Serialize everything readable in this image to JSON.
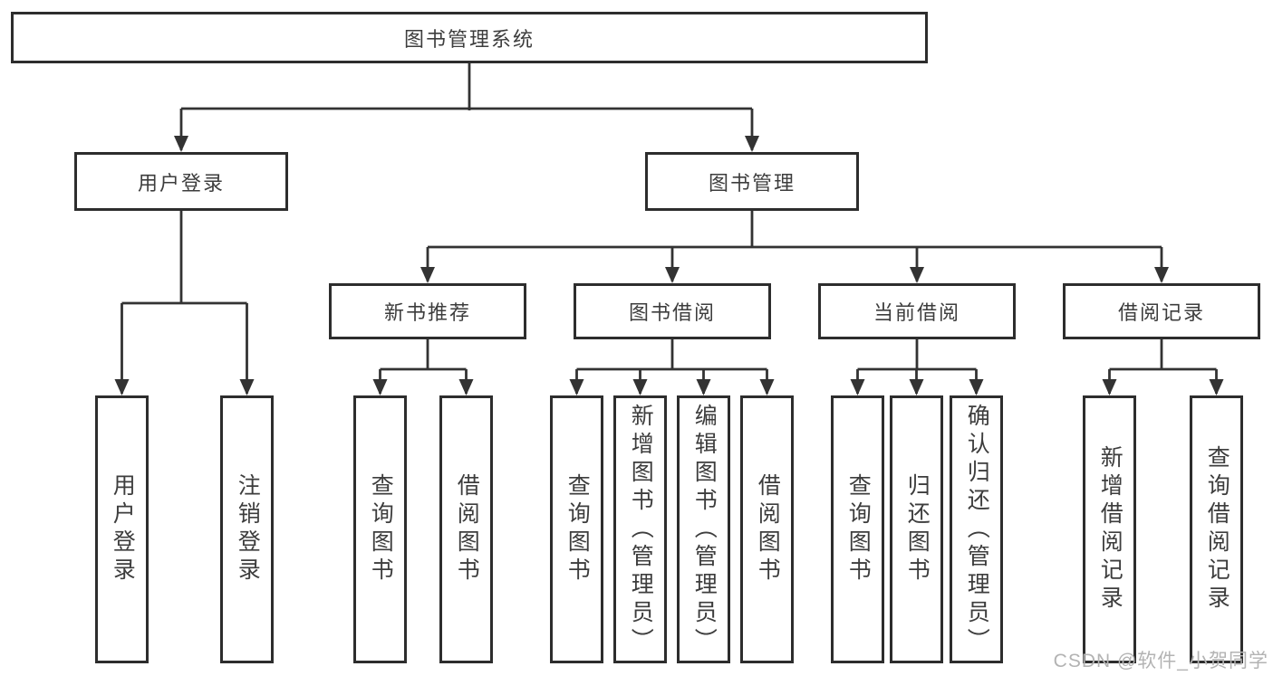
{
  "colors": {
    "line": "#333333",
    "box_border": "#2d2d2d",
    "box_fill": "#ffffff",
    "text": "#3d3d3d",
    "watermark": "#b3b3b3",
    "background": "#ffffff"
  },
  "watermark": {
    "text": "CSDN @软件_小贺同学"
  },
  "tree": {
    "root": "图书管理系统",
    "branches": [
      {
        "label": "用户登录",
        "leaves": [
          "用户登录",
          "注销登录"
        ]
      },
      {
        "label": "图书管理",
        "groups": [
          {
            "label": "新书推荐",
            "leaves": [
              "查询图书",
              "借阅图书"
            ]
          },
          {
            "label": "图书借阅",
            "leaves": [
              "查询图书",
              "新增图书（管理员）",
              "编辑图书（管理员）",
              "借阅图书"
            ]
          },
          {
            "label": "当前借阅",
            "leaves": [
              "查询图书",
              "归还图书",
              "确认归还（管理员）"
            ]
          },
          {
            "label": "借阅记录",
            "leaves": [
              "新增借阅记录",
              "查询借阅记录"
            ]
          }
        ]
      }
    ]
  }
}
